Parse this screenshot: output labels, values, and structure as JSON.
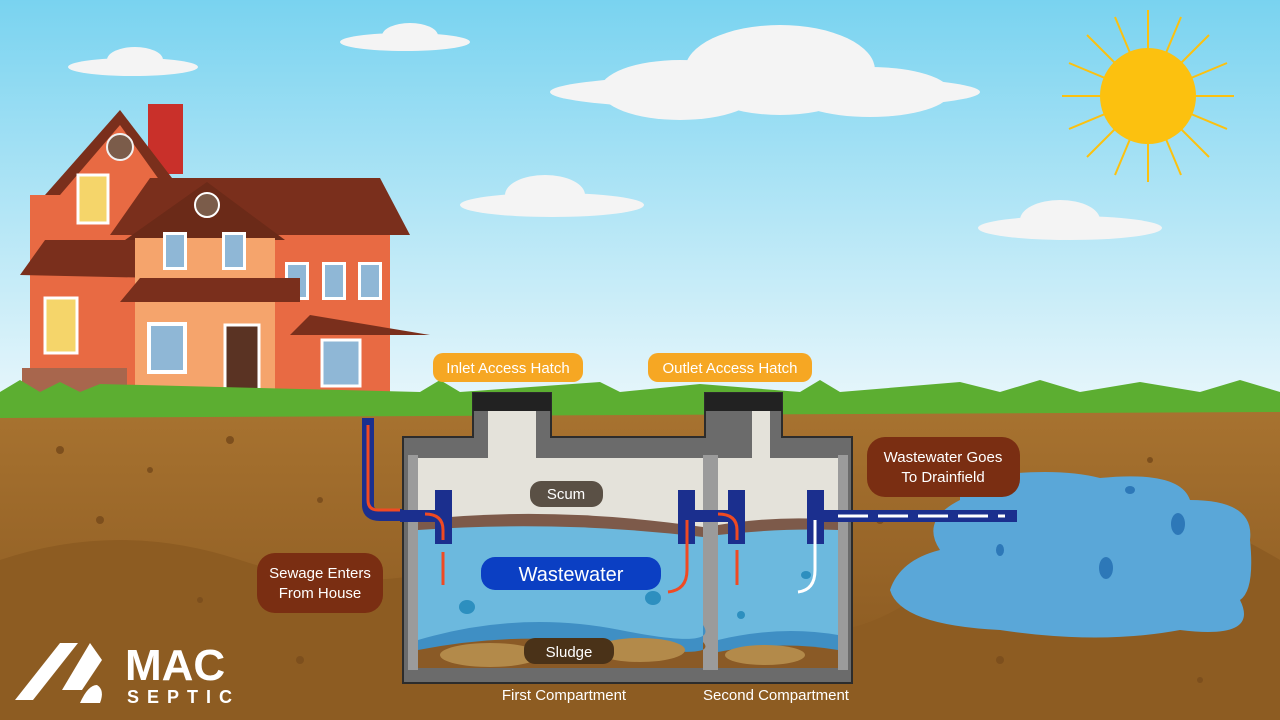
{
  "labels": {
    "inlet_hatch": "Inlet Access Hatch",
    "outlet_hatch": "Outlet Access Hatch",
    "sewage_line1": "Sewage Enters",
    "sewage_line2": "From House",
    "drainfield_line1": "Wastewater Goes",
    "drainfield_line2": "To Drainfield",
    "scum": "Scum",
    "wastewater": "Wastewater",
    "sludge": "Sludge",
    "first_compartment": "First Compartment",
    "second_compartment": "Second Compartment"
  },
  "logo": {
    "name": "MAC",
    "sub": "SEPTIC"
  },
  "colors": {
    "sky_top": "#79d3f0",
    "sky_bottom": "#e6f6fb",
    "grass": "#5cae31",
    "soil": "#a06a2c",
    "hatch_label": "#f6a723",
    "callout": "#7a2e12",
    "pipe": "#1b2f8e",
    "water": "#6cb9de",
    "wastewater_label": "#0b3fc3",
    "sun": "#fcc10f"
  }
}
